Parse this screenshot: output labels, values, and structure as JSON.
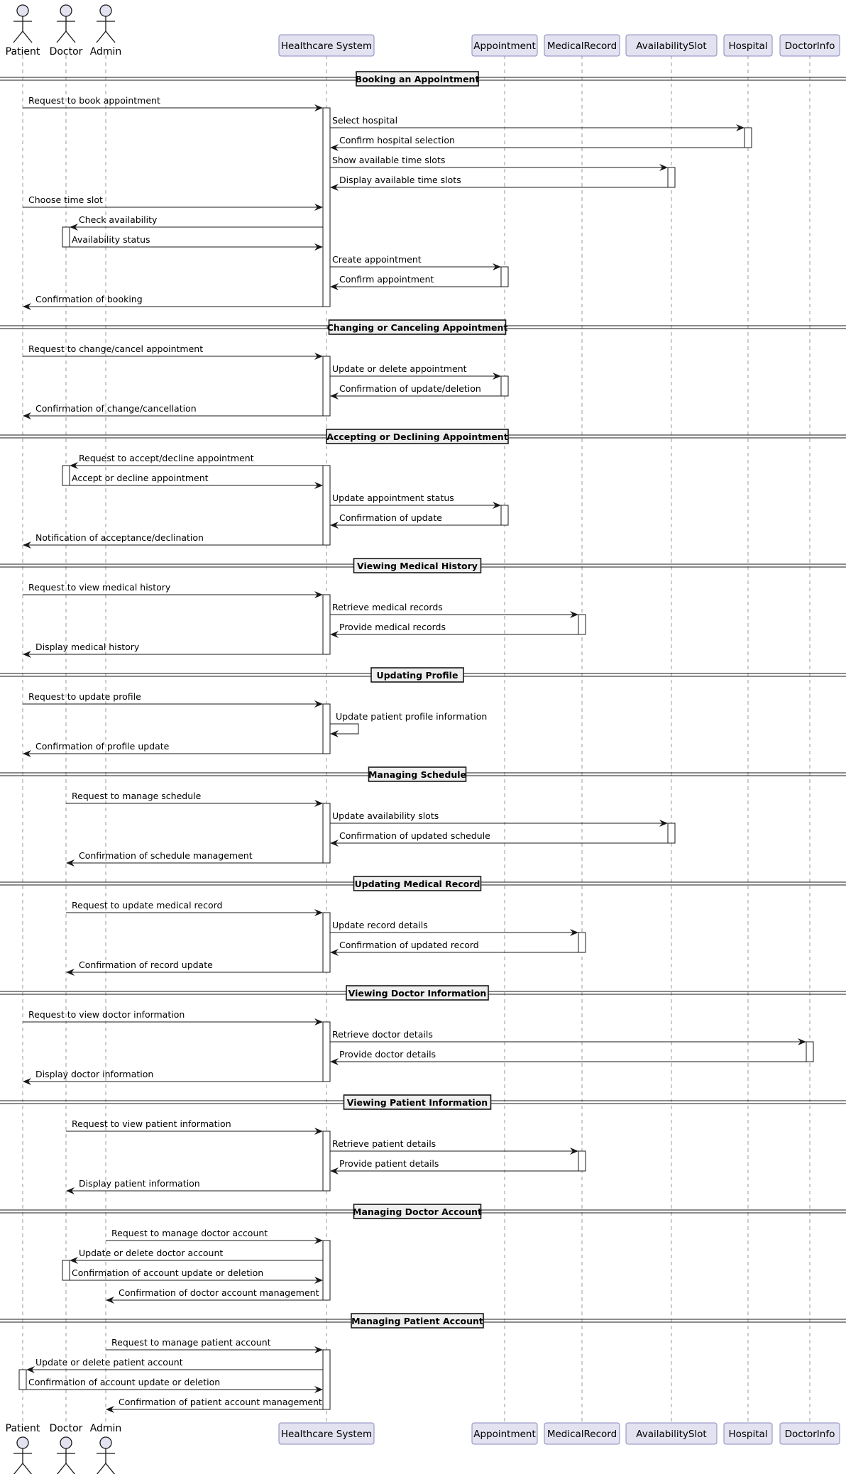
{
  "participants": [
    {
      "id": "patient",
      "label": "Patient",
      "kind": "actor"
    },
    {
      "id": "doctor",
      "label": "Doctor",
      "kind": "actor"
    },
    {
      "id": "admin",
      "label": "Admin",
      "kind": "actor"
    },
    {
      "id": "system",
      "label": "Healthcare System",
      "kind": "participant"
    },
    {
      "id": "appointment",
      "label": "Appointment",
      "kind": "participant"
    },
    {
      "id": "medicalrecord",
      "label": "MedicalRecord",
      "kind": "participant"
    },
    {
      "id": "slot",
      "label": "AvailabilitySlot",
      "kind": "participant"
    },
    {
      "id": "hospital",
      "label": "Hospital",
      "kind": "participant"
    },
    {
      "id": "doctorinfo",
      "label": "DoctorInfo",
      "kind": "participant"
    }
  ],
  "sections": [
    {
      "title": "Booking an Appointment",
      "messages": [
        {
          "from": "patient",
          "to": "system",
          "label": "Request to book appointment"
        },
        {
          "from": "system",
          "to": "hospital",
          "label": "Select hospital"
        },
        {
          "from": "hospital",
          "to": "system",
          "label": "Confirm hospital selection"
        },
        {
          "from": "system",
          "to": "slot",
          "label": "Show available time slots"
        },
        {
          "from": "slot",
          "to": "system",
          "label": "Display available time slots"
        },
        {
          "from": "patient",
          "to": "system",
          "label": "Choose time slot"
        },
        {
          "from": "system",
          "to": "doctor",
          "label": "Check availability"
        },
        {
          "from": "doctor",
          "to": "system",
          "label": "Availability status"
        },
        {
          "from": "system",
          "to": "appointment",
          "label": "Create appointment"
        },
        {
          "from": "appointment",
          "to": "system",
          "label": "Confirm appointment"
        },
        {
          "from": "system",
          "to": "patient",
          "label": "Confirmation of booking"
        }
      ]
    },
    {
      "title": "Changing or Canceling Appointment",
      "messages": [
        {
          "from": "patient",
          "to": "system",
          "label": "Request to change/cancel appointment"
        },
        {
          "from": "system",
          "to": "appointment",
          "label": "Update or delete appointment"
        },
        {
          "from": "appointment",
          "to": "system",
          "label": "Confirmation of update/deletion"
        },
        {
          "from": "system",
          "to": "patient",
          "label": "Confirmation of change/cancellation"
        }
      ]
    },
    {
      "title": "Accepting or Declining Appointment",
      "messages": [
        {
          "from": "system",
          "to": "doctor",
          "label": "Request to accept/decline appointment"
        },
        {
          "from": "doctor",
          "to": "system",
          "label": "Accept or decline appointment"
        },
        {
          "from": "system",
          "to": "appointment",
          "label": "Update appointment status"
        },
        {
          "from": "appointment",
          "to": "system",
          "label": "Confirmation of update"
        },
        {
          "from": "system",
          "to": "patient",
          "label": "Notification of acceptance/declination"
        }
      ]
    },
    {
      "title": "Viewing Medical History",
      "messages": [
        {
          "from": "patient",
          "to": "system",
          "label": "Request to view medical history"
        },
        {
          "from": "system",
          "to": "medicalrecord",
          "label": "Retrieve medical records"
        },
        {
          "from": "medicalrecord",
          "to": "system",
          "label": "Provide medical records"
        },
        {
          "from": "system",
          "to": "patient",
          "label": "Display medical history"
        }
      ]
    },
    {
      "title": "Updating Profile",
      "messages": [
        {
          "from": "patient",
          "to": "system",
          "label": "Request to update profile"
        },
        {
          "from": "system",
          "to": "system",
          "label": "Update patient profile information"
        },
        {
          "from": "system",
          "to": "patient",
          "label": "Confirmation of profile update"
        }
      ]
    },
    {
      "title": "Managing Schedule",
      "messages": [
        {
          "from": "doctor",
          "to": "system",
          "label": "Request to manage schedule"
        },
        {
          "from": "system",
          "to": "slot",
          "label": "Update availability slots"
        },
        {
          "from": "slot",
          "to": "system",
          "label": "Confirmation of updated schedule"
        },
        {
          "from": "system",
          "to": "doctor",
          "label": "Confirmation of schedule management"
        }
      ]
    },
    {
      "title": "Updating Medical Record",
      "messages": [
        {
          "from": "doctor",
          "to": "system",
          "label": "Request to update medical record"
        },
        {
          "from": "system",
          "to": "medicalrecord",
          "label": "Update record details"
        },
        {
          "from": "medicalrecord",
          "to": "system",
          "label": "Confirmation of updated record"
        },
        {
          "from": "system",
          "to": "doctor",
          "label": "Confirmation of record update"
        }
      ]
    },
    {
      "title": "Viewing Doctor Information",
      "messages": [
        {
          "from": "patient",
          "to": "system",
          "label": "Request to view doctor information"
        },
        {
          "from": "system",
          "to": "doctorinfo",
          "label": "Retrieve doctor details"
        },
        {
          "from": "doctorinfo",
          "to": "system",
          "label": "Provide doctor details"
        },
        {
          "from": "system",
          "to": "patient",
          "label": "Display doctor information"
        }
      ]
    },
    {
      "title": "Viewing Patient Information",
      "messages": [
        {
          "from": "doctor",
          "to": "system",
          "label": "Request to view patient information"
        },
        {
          "from": "system",
          "to": "medicalrecord",
          "label": "Retrieve patient details"
        },
        {
          "from": "medicalrecord",
          "to": "system",
          "label": "Provide patient details"
        },
        {
          "from": "system",
          "to": "doctor",
          "label": "Display patient information"
        }
      ]
    },
    {
      "title": "Managing Doctor Account",
      "messages": [
        {
          "from": "admin",
          "to": "system",
          "label": "Request to manage doctor account"
        },
        {
          "from": "system",
          "to": "doctor",
          "label": "Update or delete doctor account"
        },
        {
          "from": "doctor",
          "to": "system",
          "label": "Confirmation of account update or deletion"
        },
        {
          "from": "system",
          "to": "admin",
          "label": "Confirmation of doctor account management"
        }
      ]
    },
    {
      "title": "Managing Patient Account",
      "messages": [
        {
          "from": "admin",
          "to": "system",
          "label": "Request to manage patient account"
        },
        {
          "from": "system",
          "to": "patient",
          "label": "Update or delete patient account"
        },
        {
          "from": "patient",
          "to": "system",
          "label": "Confirmation of account update or deletion"
        },
        {
          "from": "system",
          "to": "admin",
          "label": "Confirmation of patient account management"
        }
      ]
    }
  ],
  "colors": {
    "participant_fill": "#E2E2F0",
    "participant_border": "#8A8ABF",
    "line": "#181818",
    "lifeline": "#999999",
    "background": "#FFFFFF"
  }
}
